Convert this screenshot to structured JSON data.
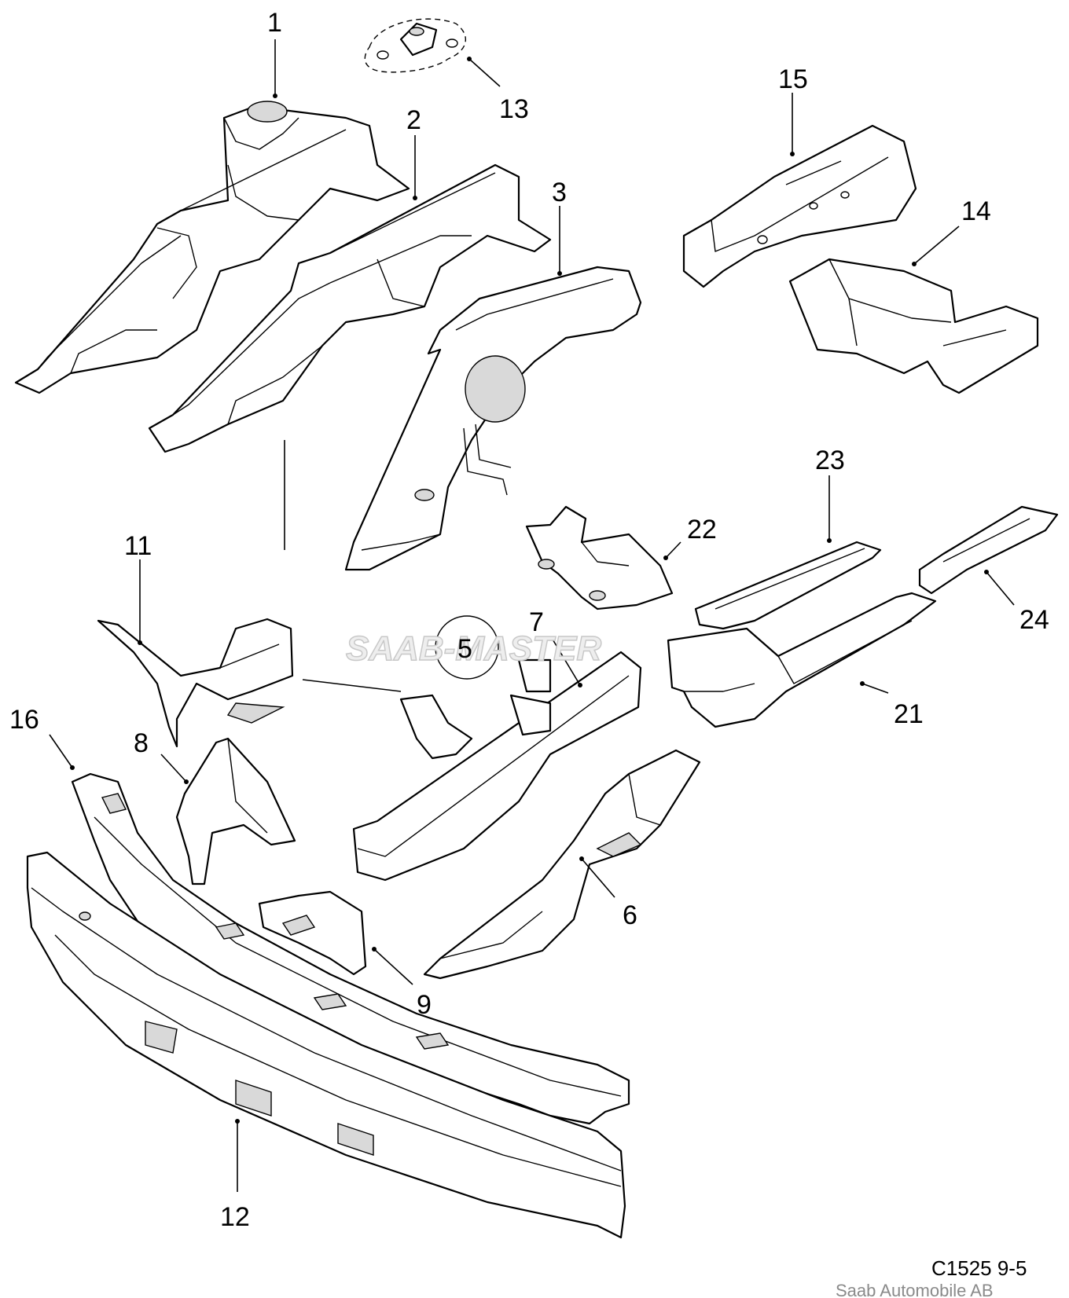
{
  "callouts": [
    "1",
    "2",
    "3",
    "5",
    "6",
    "7",
    "8",
    "9",
    "11",
    "12",
    "13",
    "14",
    "15",
    "16",
    "21",
    "22",
    "23",
    "24"
  ],
  "watermark": "SAAB-MASTER",
  "diagram_code": "C1525 9-5",
  "credit": "Saab Automobile AB"
}
